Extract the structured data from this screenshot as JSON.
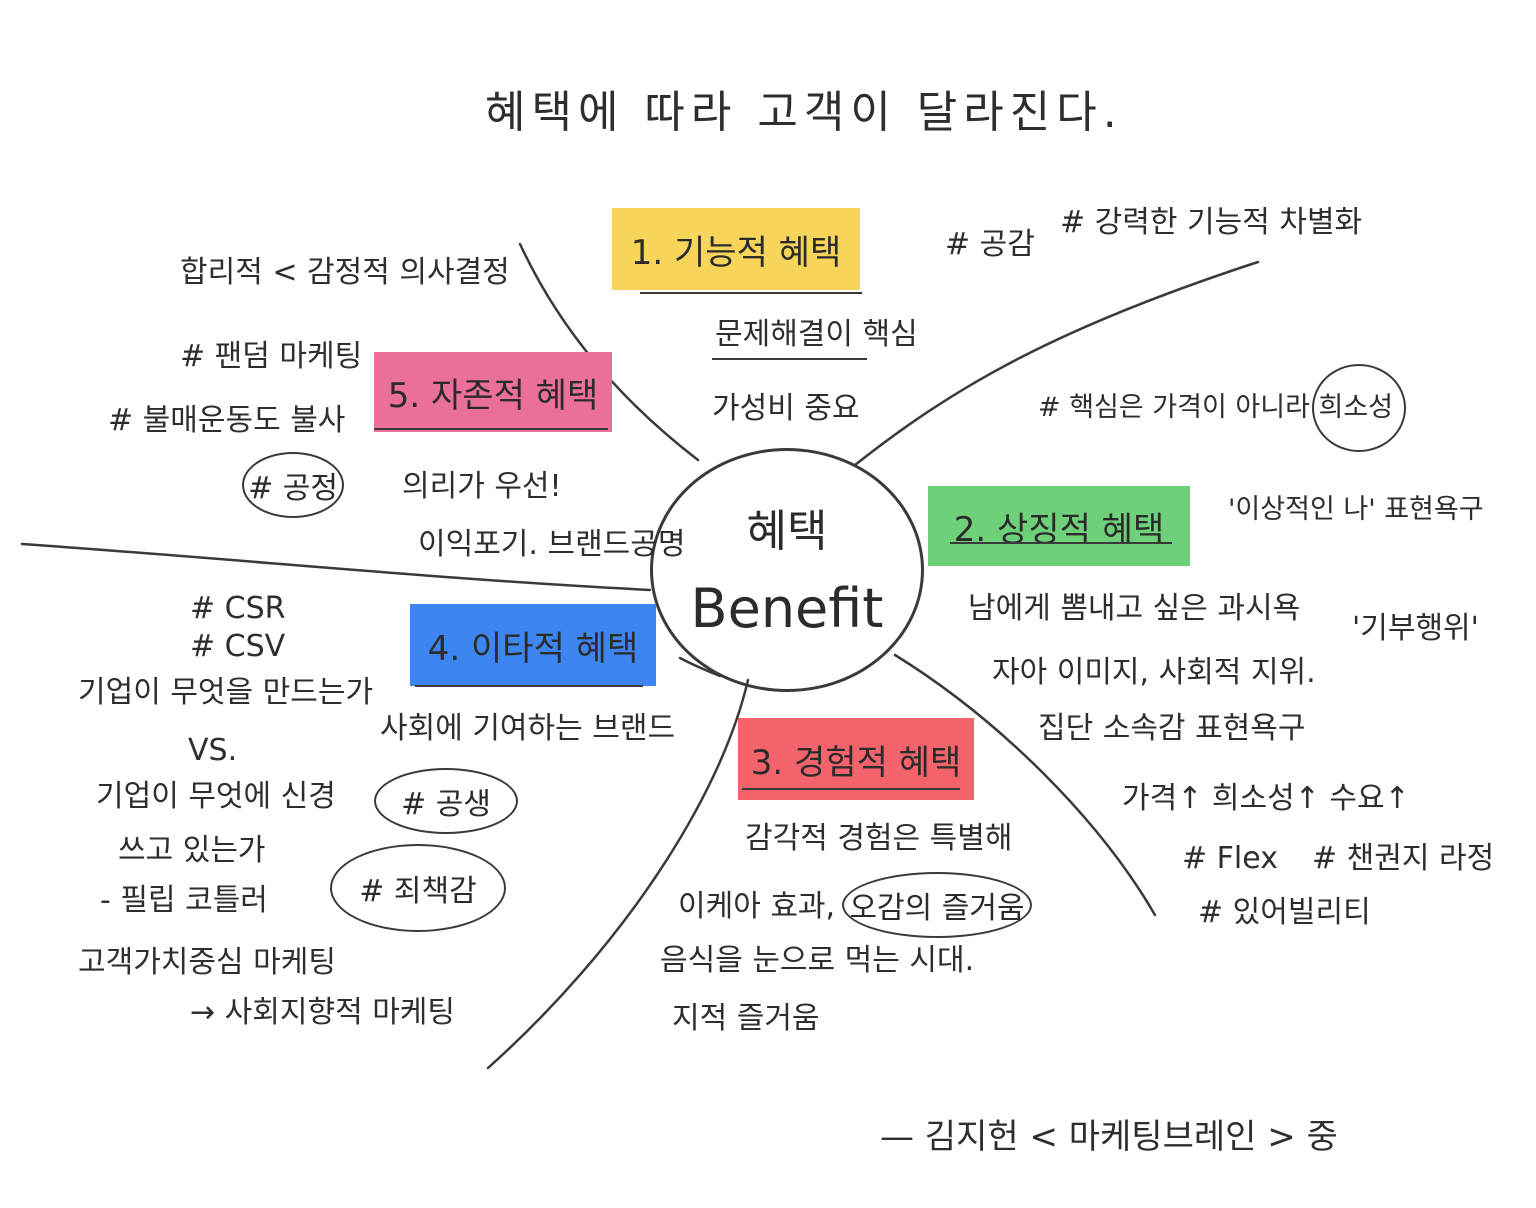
{
  "title": "혜택에 따라 고객이 달라진다.",
  "center": {
    "korean": "혜택",
    "english": "Benefit"
  },
  "colors": {
    "yellow": "#f7d55a",
    "green": "#6ed17a",
    "red": "#f2636b",
    "blue": "#3d86f2",
    "pink": "#ea6f9c",
    "ink": "#3a3a3a"
  },
  "categories": {
    "c1": {
      "label": "1. 기능적 혜택",
      "notes": [
        "문제해결이 핵심",
        "가성비 중요"
      ],
      "tags": [
        "# 공감",
        "# 강력한 기능적 차별화"
      ]
    },
    "c2": {
      "label": "2. 상징적 혜택",
      "side": "'이상적인 나' 표현욕구",
      "notes": [
        "남에게 뽐내고 싶은 과시욕",
        "'기부행위'",
        "자아 이미지, 사회적 지위.",
        "집단 소속감 표현욕구",
        "가격↑ 희소성↑ 수요↑",
        "# Flex",
        "# 챈권지 라정",
        "# 있어빌리티"
      ],
      "tag_rare": "# 핵심은 가격이 아니라 희소성"
    },
    "c3": {
      "label": "3. 경험적 혜택",
      "notes": [
        "감각적 경험은 특별해",
        "이케아 효과,",
        "오감의 즐거움",
        "음식을 눈으로 먹는 시대.",
        "지적 즐거움"
      ]
    },
    "c4": {
      "label": "4. 이타적 혜택",
      "notes": [
        "사회에 기여하는 브랜드",
        "# 공생",
        "# 죄책감"
      ]
    },
    "c5": {
      "label": "5. 자존적 혜택",
      "notes": [
        "의리가 우선!",
        "이익포기. 브랜드공명"
      ],
      "tags": [
        "합리적 < 감정적 의사결정",
        "# 팬덤 마케팅",
        "# 불매운동도 불사",
        "# 공정"
      ]
    }
  },
  "left_notes": [
    "# CSR",
    "# CSV",
    "기업이 무엇을 만드는가",
    "VS.",
    "기업이 무엇에 신경",
    "쓰고 있는가",
    "- 필립 코틀러",
    "고객가치중심 마케팅",
    "→ 사회지향적 마케팅"
  ],
  "credit": "— 김지헌 < 마케팅브레인 > 중"
}
